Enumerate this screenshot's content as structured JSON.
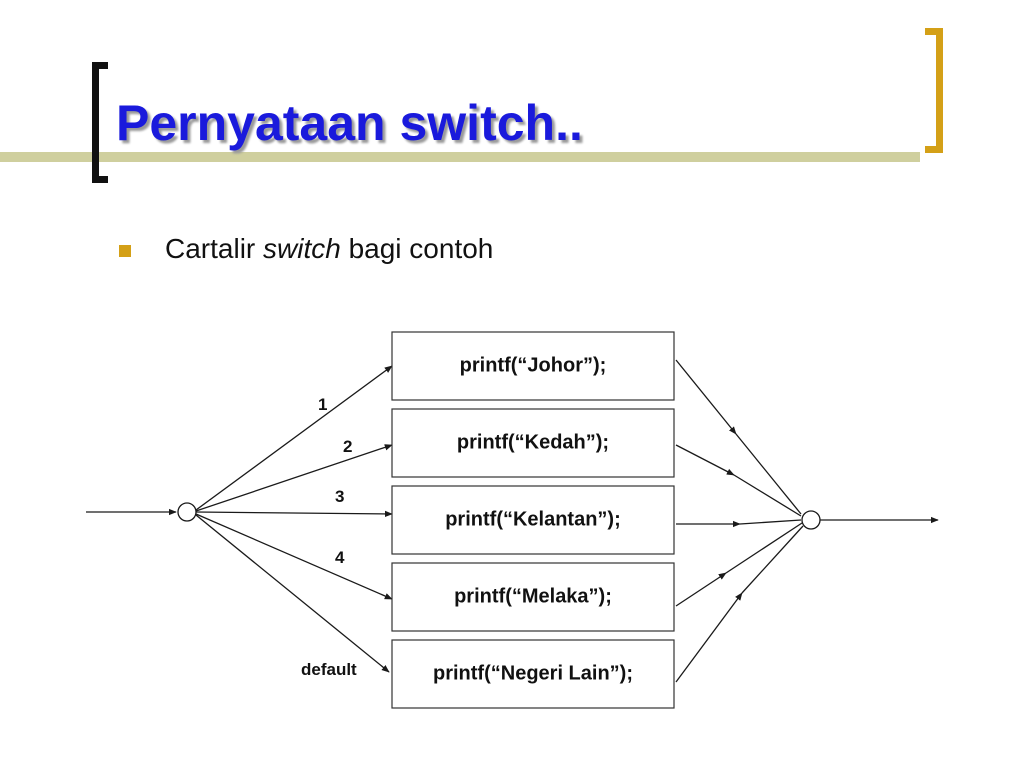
{
  "slide": {
    "title": "Pernyataan switch..",
    "bullet": {
      "prefix": "Cartalir ",
      "emphasis": "switch",
      "suffix": " bagi contoh"
    }
  },
  "diagram": {
    "cases": [
      {
        "label": "1",
        "statement": "printf(“Johor”);"
      },
      {
        "label": "2",
        "statement": "printf(“Kedah”);"
      },
      {
        "label": "3",
        "statement": "printf(“Kelantan”);"
      },
      {
        "label": "4",
        "statement": "printf(“Melaka”);"
      },
      {
        "label": "default",
        "statement": "printf(“Negeri Lain”);"
      }
    ]
  },
  "colors": {
    "title": "#1a1adc",
    "accent": "#d4a017",
    "band": "#cfcf9e"
  }
}
